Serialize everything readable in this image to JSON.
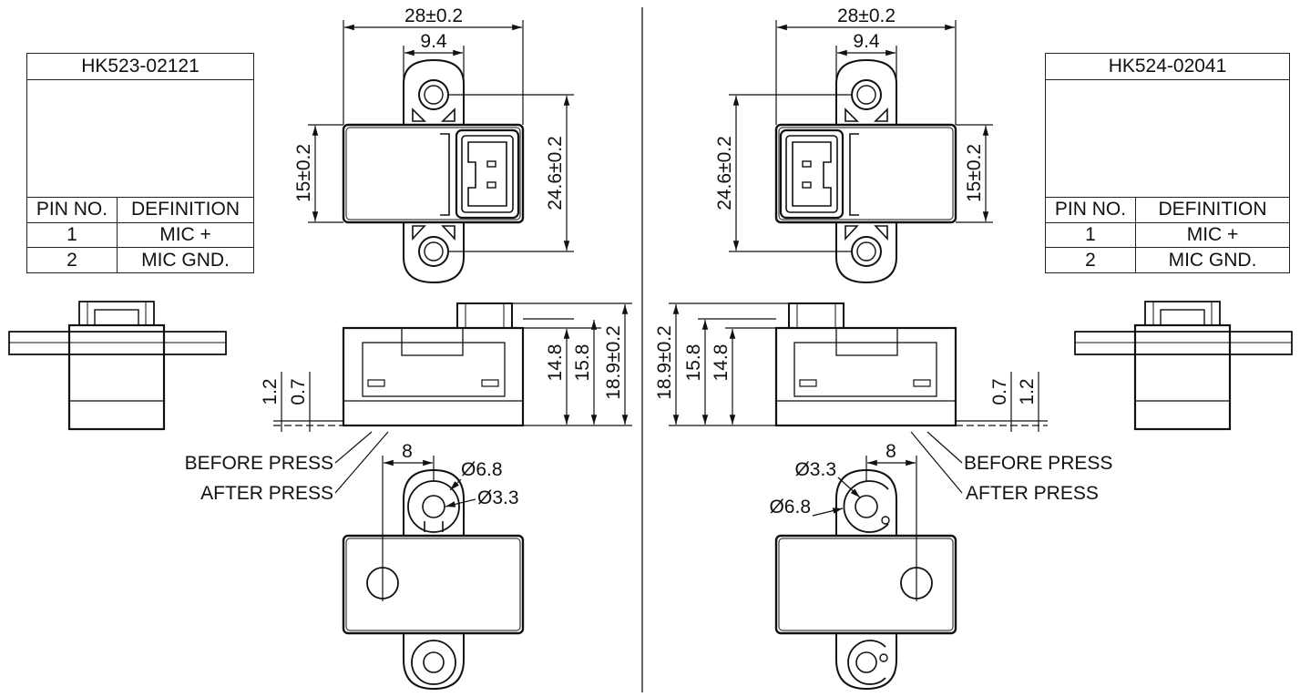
{
  "left": {
    "part_number": "HK523-02121",
    "pin_labels": [
      "2",
      "1"
    ],
    "table_headers": [
      "PIN NO.",
      "DEFINITION"
    ],
    "rows": [
      {
        "pin": "1",
        "definition": "MIC +"
      },
      {
        "pin": "2",
        "definition": "MIC GND."
      }
    ],
    "dims": {
      "overall_width": "28±0.2",
      "hole_spacing": "9.4",
      "body_height": "15±0.2",
      "overall_length": "24.6±0.2",
      "height_total": "18.9±0.2",
      "height_mid": "15.8",
      "height_body": "14.8",
      "press_a": "1.2",
      "press_b": "0.7",
      "offset": "8",
      "dia_outer": "Ø6.8",
      "dia_inner": "Ø3.3"
    },
    "before_press": "BEFORE PRESS",
    "after_press": "AFTER PRESS"
  },
  "right": {
    "part_number": "HK524-02041",
    "pin_labels": [
      "1",
      "2"
    ],
    "table_headers": [
      "PIN NO.",
      "DEFINITION"
    ],
    "rows": [
      {
        "pin": "1",
        "definition": "MIC +"
      },
      {
        "pin": "2",
        "definition": "MIC GND."
      }
    ],
    "dims": {
      "overall_width": "28±0.2",
      "hole_spacing": "9.4",
      "body_height": "15±0.2",
      "overall_length": "24.6±0.2",
      "height_total": "18.9±0.2",
      "height_mid": "15.8",
      "height_body": "14.8",
      "press_a": "1.2",
      "press_b": "0.7",
      "offset": "8",
      "dia_outer": "Ø6.8",
      "dia_inner": "Ø3.3"
    },
    "before_press": "BEFORE PRESS",
    "after_press": "AFTER PRESS"
  }
}
